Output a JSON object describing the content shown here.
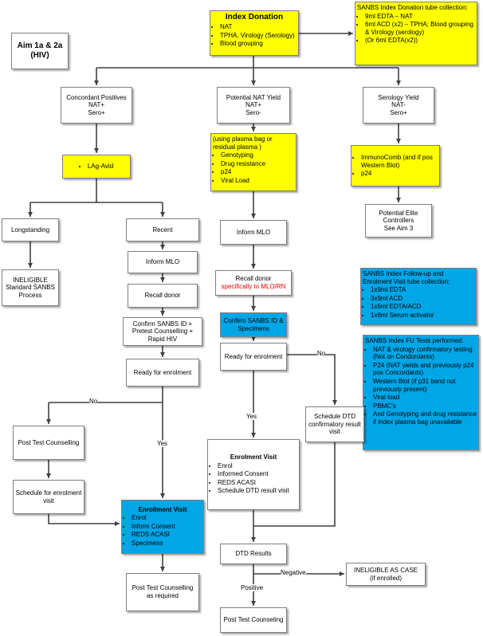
{
  "aim_title": "Aim 1a & 2a\n(HIV)",
  "index_donation": {
    "title": "Index Donation",
    "items": [
      "NAT",
      "TPHA, Virology (Serology)",
      "Blood grouping"
    ]
  },
  "tube_collection": {
    "title": "SANBS Index Donation tube collection:",
    "items": [
      "9ml EDTA – NAT",
      "6ml ACD (x2) – TPHA; Blood grouping & Virology (serology)",
      "(Or 6ml EDTA(x2))"
    ]
  },
  "concordant": "Concordant Positives\nNAT+\nSero+",
  "potential_nat": "Potential NAT Yield\nNAT+\nSero-",
  "serology_yield": "Serology Yield\nNAT-\nSero+",
  "lag_avid": "LAg-Avid",
  "plasma_box": {
    "title": "(using plasma bag or residual plasma )",
    "items": [
      "Genotyping",
      "Drug resistance",
      "p24",
      "Viral Load"
    ]
  },
  "immunocomb": {
    "items": [
      "ImmunoComb (and if pos Western Blot)",
      "p24"
    ]
  },
  "elite": "Potential Elite Controllers\nSee Aim 3",
  "longstanding": "Longstanding",
  "recent": "Recent",
  "ineligible_std": "INELIGIBLE\nStandard SANBS Process",
  "inform_mlo_left": "Inform MLO",
  "inform_mlo_mid": "Inform MLO",
  "recall_left": "Recall donor",
  "recall_mid": {
    "line1": "Recall donor",
    "line2": "specifically to MLO/RN"
  },
  "confirm_left": "Confirm SANBS ID + Pretest Counselling + Rapid HIV",
  "confirm_mid": "Confirm SANBS ID & Specimens",
  "ready_left": "Ready for enrolment",
  "ready_mid": "Ready for enrolment",
  "followup_tubes": {
    "title": "SANBS Index Follow-up and Enrolment Visit tube collection:",
    "items": [
      "1x9ml EDTA",
      "3x9ml ACD",
      "1x6ml EDTA/ACD",
      "1x6ml Serum activator"
    ]
  },
  "fu_tests": {
    "title": "SANBS Index FU Tests performed:",
    "items": [
      "NAT & virology confirmatory testing (Not on Condordants)",
      "P24 (NAT yields and previously p24 pos Concordants)",
      "Western Blot (if p31 band not previously present)",
      "Viral load",
      "PBMC’s",
      "And Genotyping and drug resistance if index plasma bag unavailable"
    ]
  },
  "post_test_left": "Post Test Counselling",
  "schedule_left": "Schedule for enrolment visit",
  "enrollment_visit_left": {
    "title": "Enrollment Visit",
    "items": [
      "Enrol",
      "Inform Consent",
      "REDS ACASI",
      "Specimens"
    ]
  },
  "post_test_required": "Post Test Counselling as required",
  "schedule_dtd": "Schedule DTD confirmatory result visit",
  "enrolment_visit_mid": {
    "title": "Enrolment Visit",
    "items": [
      "Enrol",
      "Informed Consent",
      "REDS ACASI",
      "Schedule DTD result visit"
    ]
  },
  "dtd_results": "DTD Results",
  "ineligible_case": "INELIGIBLE AS CASE\n(if enrolled)",
  "post_test_mid": "Post Test Counseling",
  "labels": {
    "no_left": "No",
    "yes_left": "Yes",
    "no_mid": "No",
    "yes_mid": "Yes",
    "negative": "Negative",
    "positive": "Positive"
  }
}
